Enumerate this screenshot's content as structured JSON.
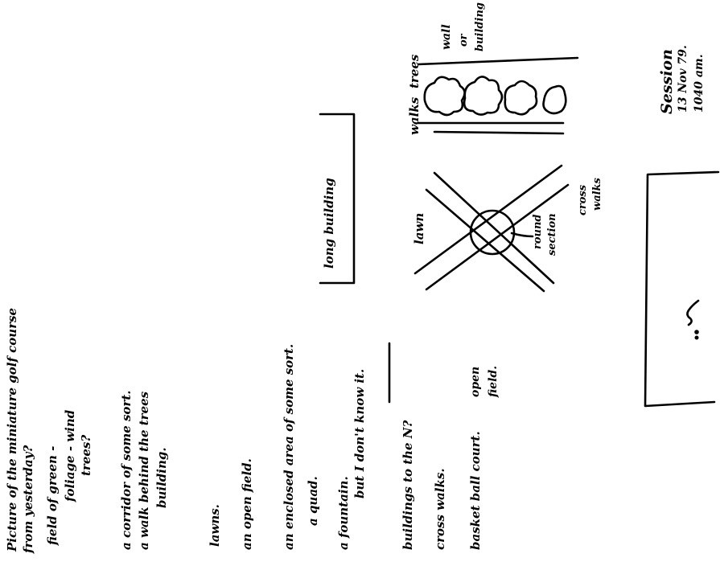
{
  "session": {
    "label": "Session",
    "date": "13 Nov 79.",
    "time": "1040 am."
  },
  "notes": {
    "heading_1": "Picture of the miniature golf course",
    "heading_2": "from yesterday?",
    "field_1": "field of green -",
    "field_2": "foliage - wind",
    "field_3": "trees?",
    "corridor": "a corridor of some sort.",
    "arcade": "a walk behind the trees",
    "building": "building.",
    "lawns": "lawns.",
    "open_field": "an open field.",
    "enclosed": "an enclosed area of some sort.",
    "quad": "a quad.",
    "fountain": "a fountain.",
    "fountain_note": "but I don't know it.",
    "buildings": "buildings to the N?",
    "cross_walks": "cross walks.",
    "basketball": "basket ball court."
  },
  "sketch_labels": {
    "long_building": "long building",
    "lawn": "lawn",
    "walks": "walks",
    "trees": "trees",
    "wall_1": "wall",
    "wall_2": "or",
    "wall_3": "building",
    "round_section_1": "round",
    "round_section_2": "section",
    "cross_walks_1": "cross",
    "cross_walks_2": "walks",
    "open_field_1": "open",
    "open_field_2": "field.",
    "question": "?"
  }
}
